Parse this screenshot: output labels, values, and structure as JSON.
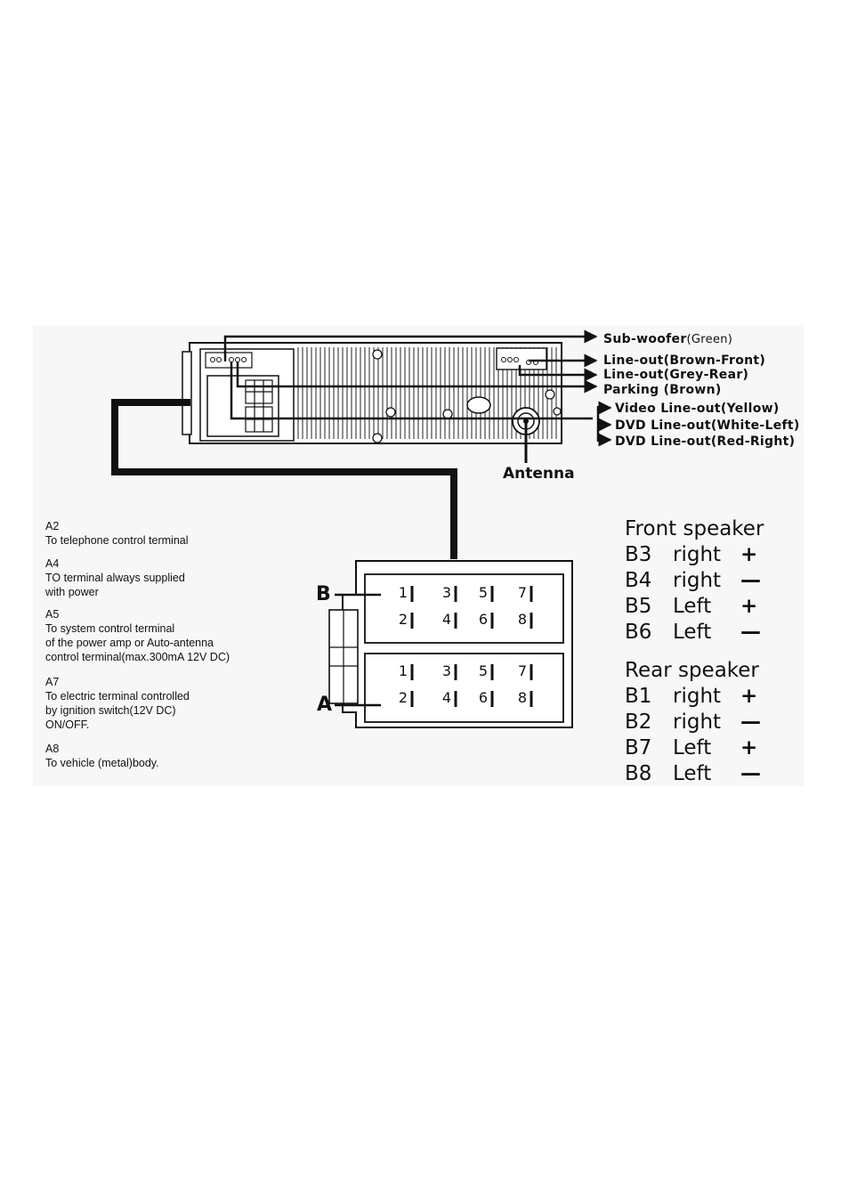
{
  "head_unit": {
    "outputs": {
      "subwoofer": "Sub-woofer",
      "subwoofer_color": "(Green)",
      "lineout_front": "Line-out(Brown-Front)",
      "lineout_rear": "Line-out(Grey-Rear)",
      "parking": "Parking (Brown)",
      "video_lineout": "Video Line-out(Yellow)",
      "dvd_left": "DVD Line-out(White-Left)",
      "dvd_right": "DVD Line-out(Red-Right)"
    },
    "antenna": "Antenna"
  },
  "connector": {
    "label_b": "B",
    "label_a": "A",
    "top_pins": [
      "1",
      "3",
      "5",
      "7",
      "2",
      "4",
      "6",
      "8"
    ],
    "bottom_pins": [
      "1",
      "3",
      "5",
      "7",
      "2",
      "4",
      "6",
      "8"
    ]
  },
  "notes": [
    {
      "code": "A2",
      "text": "To telephone control terminal"
    },
    {
      "code": "A4",
      "text": "TO terminal always supplied\nwith power"
    },
    {
      "code": "A5",
      "text": "To system control terminal\nof the power amp or Auto-antenna\ncontrol  terminal(max.300mA 12V DC)"
    },
    {
      "code": "A7",
      "text": "To electric terminal controlled\nby ignition switch(12V DC)\nON/OFF."
    },
    {
      "code": "A8",
      "text": "To vehicle (metal)body."
    }
  ],
  "front_speaker": {
    "title": "Front speaker",
    "rows": [
      {
        "pin": "B3",
        "side": "right",
        "pol": "+"
      },
      {
        "pin": "B4",
        "side": "right",
        "pol": "—"
      },
      {
        "pin": "B5",
        "side": "Left",
        "pol": "+"
      },
      {
        "pin": "B6",
        "side": "Left",
        "pol": "—"
      }
    ]
  },
  "rear_speaker": {
    "title": "Rear speaker",
    "rows": [
      {
        "pin": "B1",
        "side": "right",
        "pol": "+"
      },
      {
        "pin": "B2",
        "side": "right",
        "pol": "—"
      },
      {
        "pin": "B7",
        "side": "Left",
        "pol": "+"
      },
      {
        "pin": "B8",
        "side": "Left",
        "pol": "—"
      }
    ]
  },
  "colors": {
    "ink": "#111111",
    "background": "#ffffff",
    "panel": "#f7f7f7"
  }
}
